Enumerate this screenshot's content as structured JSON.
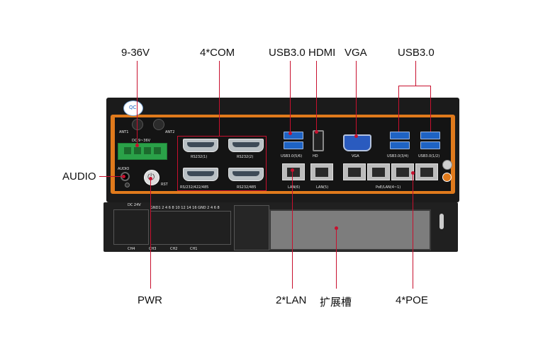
{
  "labels": {
    "power_in": "9-36V",
    "com": "4*COM",
    "usb_left": "USB3.0",
    "hdmi": "HDMI",
    "vga": "VGA",
    "usb_right": "USB3.0",
    "audio": "AUDIO",
    "pwr": "PWR",
    "lan": "2*LAN",
    "expansion": "扩展槽",
    "poe": "4*POE"
  },
  "panel_text": {
    "ant1": "ANT1",
    "ant2": "ANT2",
    "dc": "DC 9~36V",
    "audio": "AUDIO",
    "rst": "RST",
    "rs232_1": "RS232(1)",
    "rs232_2": "RS232(2)",
    "rs232_485": "RS/232/422/485",
    "rs485": "RS232/485",
    "usb56": "USB3.0(5/6)",
    "hd": "HD",
    "vga": "VGA",
    "usb34": "USB3.0(3/4)",
    "usb12": "USB3.0(1/2)",
    "lan6": "LAN(6)",
    "lan5": "LAN(5)",
    "poe": "PoE/LAN(4~1)",
    "qc": "QC",
    "bottom_dc": "DC 24V",
    "gpio": "GND1 2 4 6 8 10 12 14 16 GND 2 4 6 8",
    "ch4": "CH4",
    "ch3": "CH3",
    "ch2": "CH2",
    "ch1": "CH1"
  },
  "colors": {
    "accent": "#c8102e",
    "bezel": "#e07a1c",
    "usb": "#1e63c4",
    "vga": "#2a5bbf"
  }
}
